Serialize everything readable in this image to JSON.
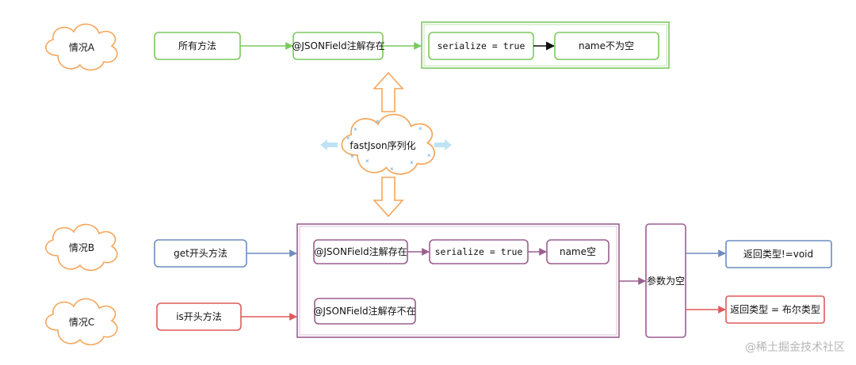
{
  "colors": {
    "green": "#7cc85e",
    "blue": "#6c8ebf",
    "red": "#e05a5a",
    "purple": "#9b5f8f",
    "orange": "#f5a65b",
    "light_blue": "#bfe3f5"
  },
  "center": {
    "label": "fastJson序列化"
  },
  "cases": {
    "a": {
      "label": "情况A"
    },
    "b": {
      "label": "情况B"
    },
    "c": {
      "label": "情况C"
    }
  },
  "row_a": {
    "method": "所有方法",
    "annotation": "@JSONField注解存在",
    "serialize": "serialize = true",
    "name": "name不为空"
  },
  "row_b": {
    "method": "get开头方法",
    "annotation": "@JSONField注解存在",
    "serialize": "serialize = true",
    "name": "name空"
  },
  "row_c": {
    "method": "is开头方法",
    "annotation": "@JSONField注解存不在"
  },
  "params": {
    "label": "参数为空"
  },
  "results": {
    "void": "返回类型!=void",
    "bool": "返回类型 = 布尔类型"
  },
  "watermark": "@稀土掘金技术社区"
}
